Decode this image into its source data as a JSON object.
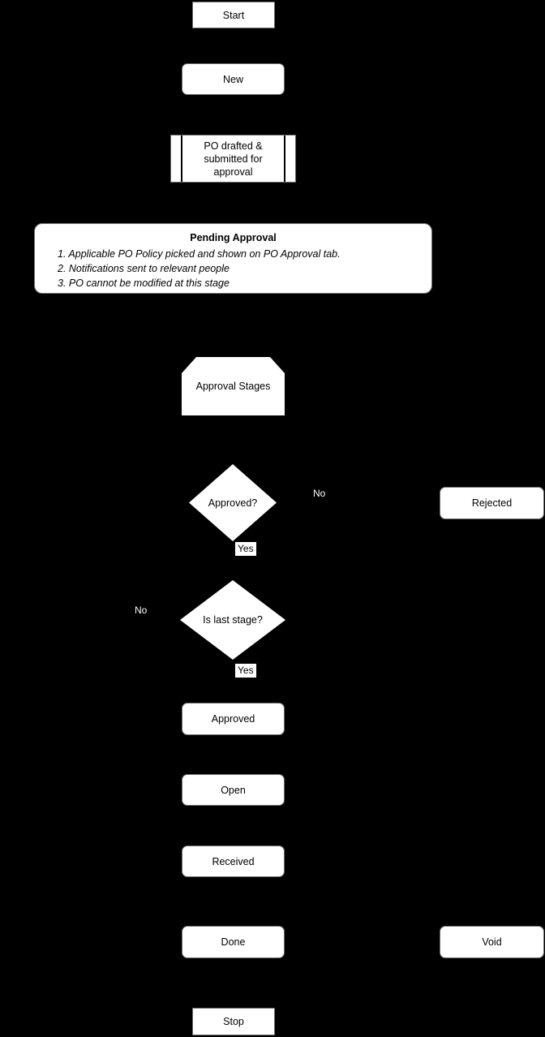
{
  "diagram": {
    "background_color": "#000000",
    "shape_fill": "#ffffff",
    "text_color": "#000000",
    "nodes": {
      "start": {
        "label": "Start",
        "shape": "rectangle"
      },
      "new": {
        "label": "New",
        "shape": "rounded-rectangle"
      },
      "po_drafted": {
        "label": "PO drafted & submitted for approval",
        "shape": "predefined-process"
      },
      "pending_approval": {
        "title": "Pending Approval",
        "notes": [
          "1. Applicable PO Policy picked and shown on PO Approval tab.",
          "2. Notifications sent to relevant people",
          "3. PO cannot be modified at this stage"
        ],
        "shape": "rounded-note"
      },
      "approval_stages": {
        "label": "Approval Stages",
        "shape": "loop-limit"
      },
      "approved_decision": {
        "label": "Approved?",
        "shape": "diamond"
      },
      "rejected": {
        "label": "Rejected",
        "shape": "rounded-rectangle"
      },
      "is_last_stage_decision": {
        "label": "Is last stage?",
        "shape": "diamond"
      },
      "approved": {
        "label": "Approved",
        "shape": "rounded-rectangle"
      },
      "open": {
        "label": "Open",
        "shape": "rounded-rectangle"
      },
      "received": {
        "label": "Received",
        "shape": "rounded-rectangle"
      },
      "done": {
        "label": "Done",
        "shape": "rounded-rectangle"
      },
      "void": {
        "label": "Void",
        "shape": "rounded-rectangle"
      },
      "stop": {
        "label": "Stop",
        "shape": "rectangle"
      }
    },
    "edge_labels": {
      "approved_no": "No",
      "approved_yes": "Yes",
      "is_last_stage_no": "No",
      "is_last_stage_yes": "Yes"
    }
  }
}
